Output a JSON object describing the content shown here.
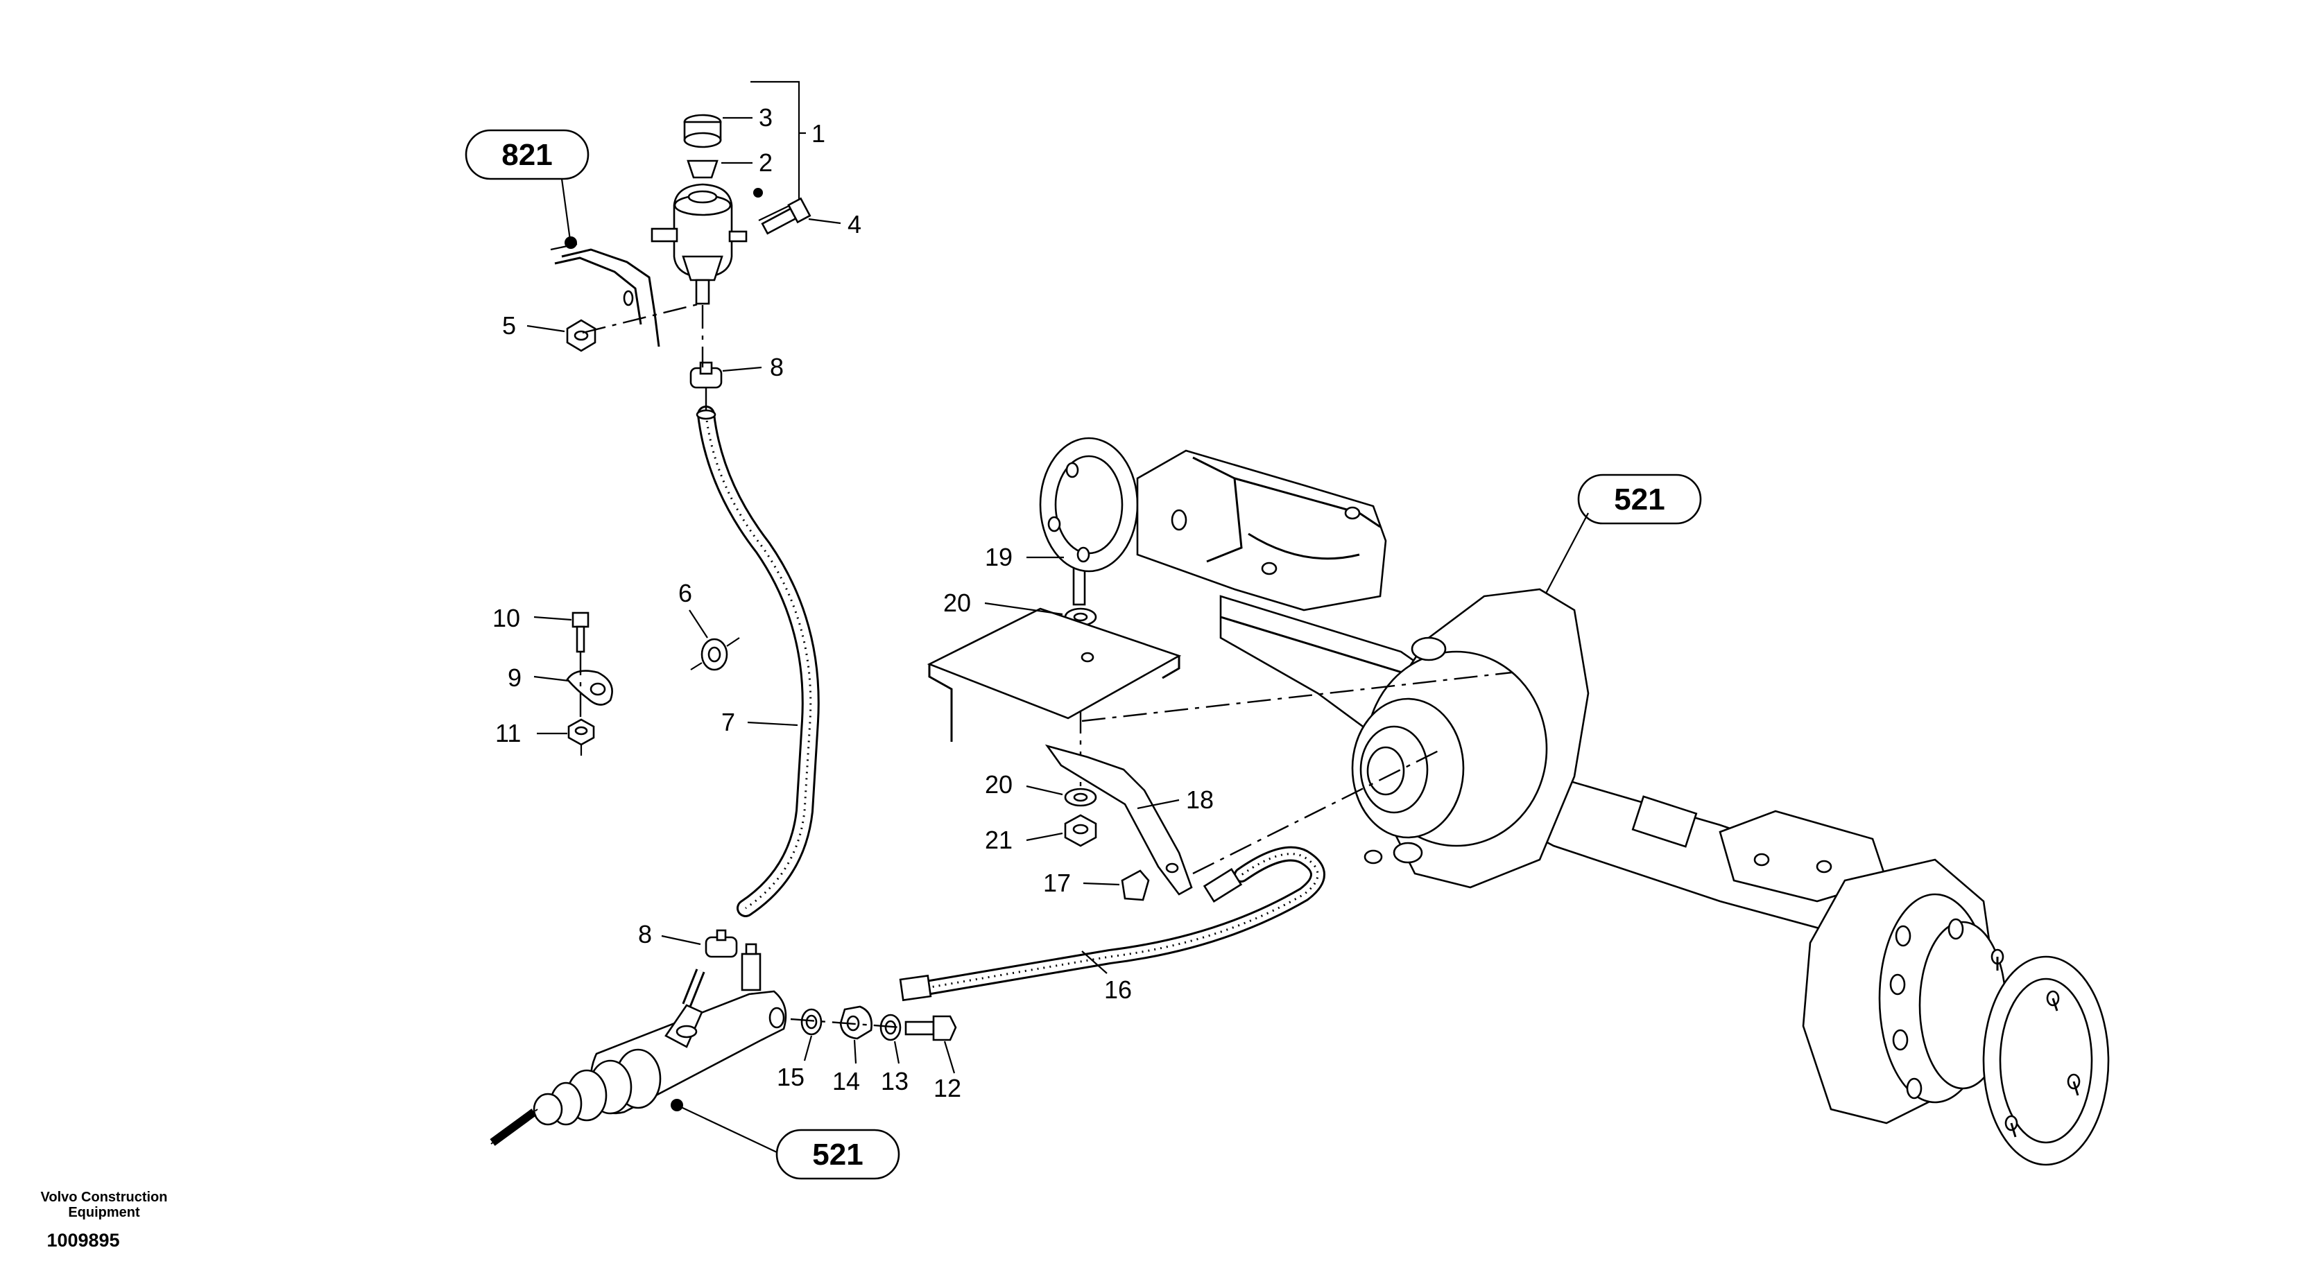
{
  "brand": {
    "name": "Volvo Construction Equipment"
  },
  "drawing_number": "1009895",
  "references": [
    {
      "id": "ref-821",
      "label": "821"
    },
    {
      "id": "ref-521-axle",
      "label": "521"
    },
    {
      "id": "ref-521-cylinder",
      "label": "521"
    }
  ],
  "callouts": [
    "1",
    "2",
    "3",
    "4",
    "5",
    "6",
    "7",
    "8",
    "8",
    "9",
    "10",
    "11",
    "12",
    "13",
    "14",
    "15",
    "16",
    "17",
    "18",
    "19",
    "20",
    "20",
    "21"
  ]
}
